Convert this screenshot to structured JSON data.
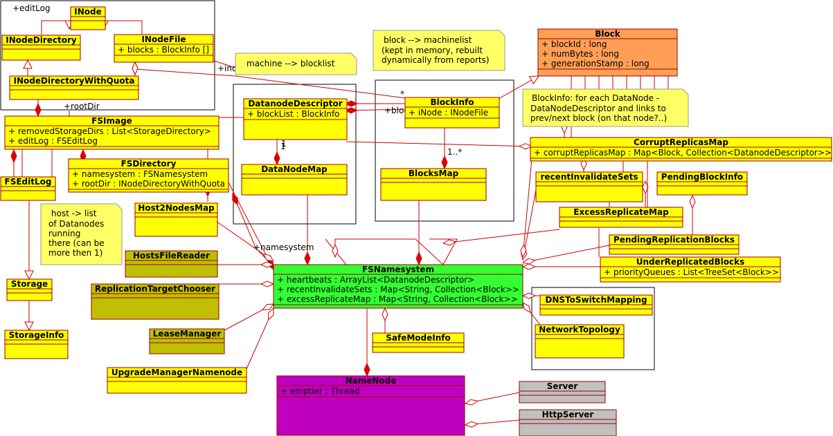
{
  "colors": {
    "default_class": "#ffff00",
    "block": "#ff9f55",
    "fsnamesystem": "#33ff33",
    "namenode": "#c000c0",
    "olive": "#bfbf00",
    "gray": "#c0c0c0",
    "note": "#ffff66",
    "line": "#cc0000",
    "border": "#990000"
  },
  "classes": {
    "inode": {
      "name": "INode",
      "attrs": []
    },
    "inode_directory": {
      "name": "INodeDirectory",
      "attrs": []
    },
    "inode_file": {
      "name": "INodeFile",
      "attrs": [
        "+ blocks : BlockInfo []"
      ]
    },
    "inode_directory_with_quota": {
      "name": "INodeDirectoryWithQuota",
      "attrs": []
    },
    "fsimage": {
      "name": "FSImage",
      "attrs": [
        "+ removedStorageDirs : List<StorageDirectory>",
        "+ editLog : FSEditLog"
      ]
    },
    "fsdirectory": {
      "name": "FSDirectory",
      "attrs": [
        "+ namesystem : FSNamesystem",
        "+ rootDir : INodeDirectoryWithQuota"
      ]
    },
    "fseditlog": {
      "name": "FSEditLog",
      "attrs": []
    },
    "storage": {
      "name": "Storage",
      "attrs": []
    },
    "storage_info": {
      "name": "StorageInfo",
      "attrs": []
    },
    "host2nodesmap": {
      "name": "Host2NodesMap",
      "attrs": []
    },
    "hosts_file_reader": {
      "name": "HostsFileReader",
      "attrs": []
    },
    "replication_target_chooser": {
      "name": "ReplicationTargetChooser",
      "attrs": []
    },
    "lease_manager": {
      "name": "LeaseManager",
      "attrs": []
    },
    "upgrade_manager_namenode": {
      "name": "UpgradeManagerNamenode",
      "attrs": []
    },
    "datanode_descriptor": {
      "name": "DatanodeDescriptor",
      "attrs": [
        "+ blockList : BlockInfo"
      ]
    },
    "datanode_map": {
      "name": "DataNodeMap",
      "attrs": []
    },
    "block_info": {
      "name": "BlockInfo",
      "attrs": [
        "+ iNode : INodeFile"
      ]
    },
    "blocks_map": {
      "name": "BlocksMap",
      "attrs": []
    },
    "block": {
      "name": "Block",
      "attrs": [
        "+ blockId : long",
        "+ numBytes : long",
        "+ generationStamp : long"
      ]
    },
    "corrupt_replicas_map": {
      "name": "CorruptReplicasMap",
      "attrs": [
        "+ corruptReplicasMap : Map<Block, Collection<DatanodeDescriptor>>"
      ]
    },
    "recent_invalidate_sets": {
      "name": "recentInvalidateSets",
      "attrs": []
    },
    "pending_block_info": {
      "name": "PendingBlockInfo",
      "attrs": []
    },
    "excess_replicate_map": {
      "name": "ExcessReplicateMap",
      "attrs": []
    },
    "pending_replication_blocks": {
      "name": "PendingReplicationBlocks",
      "attrs": []
    },
    "under_replicated_blocks": {
      "name": "UnderReplicatedBlocks",
      "attrs": [
        "+ priorityQueues : List<TreeSet<Block>>"
      ]
    },
    "fsnamesystem": {
      "name": "FSNamesystem",
      "attrs": [
        "+ heartbeats : ArrayList<DatanodeDescriptor>",
        "+ recentInvalidateSets : Map<String, Collection<Block>>",
        "+ excessReplicateMap : Map<String, Collection<Block>>"
      ]
    },
    "dns_to_switch_mapping": {
      "name": "DNSToSwitchMapping",
      "attrs": []
    },
    "network_topology": {
      "name": "NetworkTopology",
      "attrs": []
    },
    "safe_mode_info": {
      "name": "SafeModeInfo",
      "attrs": []
    },
    "namenode": {
      "name": "NameNode",
      "attrs": [
        "+ emptier : Thread"
      ]
    },
    "server": {
      "name": "Server",
      "attrs": []
    },
    "http_server": {
      "name": "HttpServer",
      "attrs": []
    }
  },
  "notes": {
    "machine_to_blocklist": [
      "machine --> blocklist"
    ],
    "block_to_machinelist": [
      "block --> machinelist",
      "(kept in memory, rebuilt",
      "dynamically from reports)"
    ],
    "blockinfo_note": [
      "BlockInfo: for each DataNode -",
      "DataNodeDescriptor and links to",
      "prev/next block (on that node?..)"
    ],
    "host_note": [
      "host -> list",
      "of Datanodes",
      "running",
      "there (can be",
      "more then 1)"
    ]
  },
  "labels": {
    "edit_log": "+editLog",
    "root_dir": "+rootDir",
    "ino": "+ino",
    "block_list": "+blockList",
    "namesystem": "+namesystem",
    "mult_one_a": "1",
    "mult_one_b": "1",
    "mult_one_c": "1",
    "mult_star": "*",
    "mult_one_many": "1..*"
  }
}
